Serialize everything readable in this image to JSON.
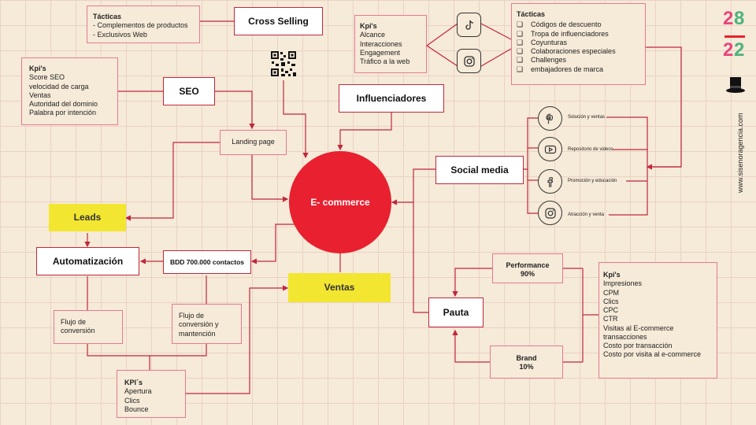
{
  "center": {
    "label": "E- commerce"
  },
  "cross_selling": {
    "title": "Cross Selling",
    "tacticas_title": "Tácticas",
    "tacticas": [
      "- Complementos de productos",
      "- Exclusivos Web"
    ]
  },
  "seo": {
    "title": "SEO",
    "kpi_title": "Kpi's",
    "kpis": [
      "Score SEO",
      "velocidad de carga",
      "Ventas",
      "Autoridad del dominio",
      "Palabra por intención"
    ]
  },
  "landing": {
    "label": "Landing page"
  },
  "influencers": {
    "title": "Influenciadores",
    "kpi_title": "Kpi's",
    "kpis": [
      "Alcance",
      "Interacciones",
      "Engagement",
      "Tráfico a la web"
    ],
    "tacticas_title": "Tácticas",
    "tacticas": [
      "Códigos de descuento",
      "Tropa de influenciadores",
      "Coyunturas",
      "Colaboraciones especiales",
      "Challenges",
      "embajadores de marca"
    ],
    "icons": [
      "tiktok-icon",
      "instagram-icon"
    ]
  },
  "social_media": {
    "title": "Social media",
    "channels": [
      {
        "icon": "pinterest-icon",
        "label": "Solución y ventas"
      },
      {
        "icon": "youtube-icon",
        "label": "Repositorio de videos"
      },
      {
        "icon": "facebook-icon",
        "label": "Promoción y educación"
      },
      {
        "icon": "instagram-icon",
        "label": "Atracción y venta"
      }
    ]
  },
  "leads": {
    "label": "Leads"
  },
  "automatizacion": {
    "label": "Automatización"
  },
  "bdd": {
    "label": "BDD 700.000 contactos"
  },
  "ventas": {
    "label": "Ventas"
  },
  "flujo_conversion": {
    "lines": [
      "Flujo de",
      "conversión"
    ]
  },
  "flujo_mantencion": {
    "lines": [
      "Flujo de",
      "conversión y",
      "mantención"
    ]
  },
  "kpis_auto": {
    "title": "KPI´s",
    "items": [
      "Apertura",
      "Clics",
      "Bounce"
    ]
  },
  "pauta": {
    "title": "Pauta",
    "performance": {
      "label": "Performance",
      "value": "90%"
    },
    "brand": {
      "label": "Brand",
      "value": "10%"
    },
    "kpi_title": "Kpi's",
    "kpis": [
      "Impresiones",
      "CPM",
      "Clics",
      "CPC",
      "CTR",
      "Visitas al E-commerce",
      "transacciones",
      "Costo por transacción",
      "Costo por visita al e-commerce"
    ]
  },
  "brand": {
    "year_top": [
      "2",
      "8"
    ],
    "year_bottom": [
      "2",
      "2"
    ],
    "website": "www.sisenoragencia.com",
    "colors": {
      "pink": "#e8457c",
      "green": "#4bb37d",
      "red": "#e8202f",
      "yellow": "#f3e631"
    }
  }
}
